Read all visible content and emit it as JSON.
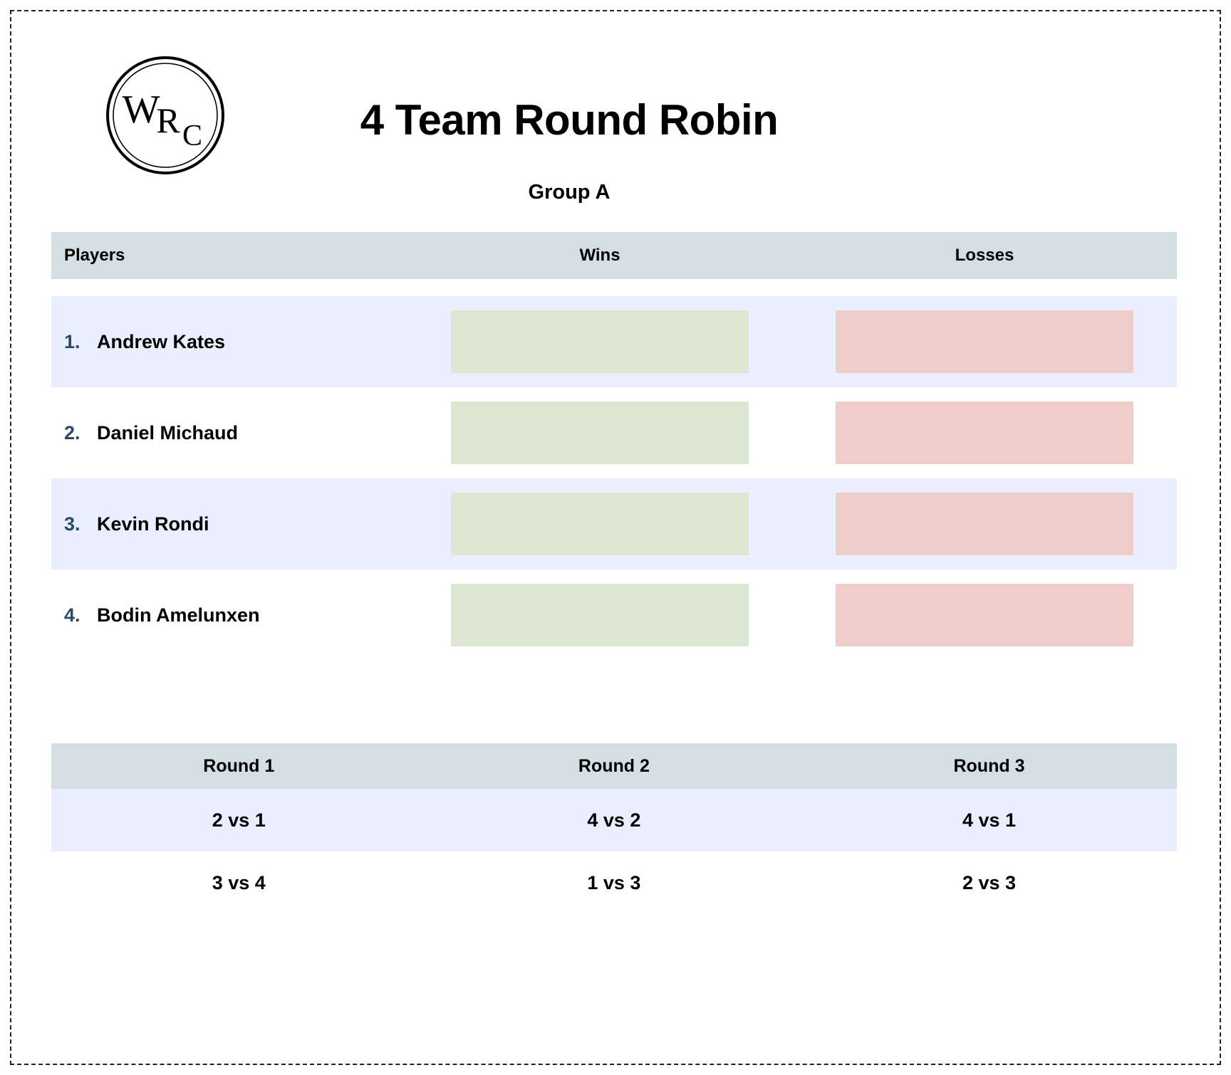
{
  "page": {
    "title": "4 Team Round Robin",
    "subtitle": "Group A",
    "logo_text": "WRC",
    "frame_style": "dashed"
  },
  "colors": {
    "table_header_bg": "#d4dfe3",
    "row_alt_bg": "#e9efff",
    "row_bg": "#ffffff",
    "win_cell": "#dbe6d3",
    "loss_cell": "#efcdcb",
    "rank_text": "#2b4a6b",
    "body_text": "#000000",
    "frame_border": "#222222"
  },
  "standings": {
    "columns": [
      "Players",
      "Wins",
      "Losses"
    ],
    "rows": [
      {
        "rank": "1.",
        "player": "Andrew Kates",
        "wins": "",
        "losses": ""
      },
      {
        "rank": "2.",
        "player": "Daniel Michaud",
        "wins": "",
        "losses": ""
      },
      {
        "rank": "3.",
        "player": "Kevin Rondi",
        "wins": "",
        "losses": ""
      },
      {
        "rank": "4.",
        "player": "Bodin Amelunxen",
        "wins": "",
        "losses": ""
      }
    ]
  },
  "schedule": {
    "columns": [
      "Round 1",
      "Round 2",
      "Round 3"
    ],
    "rows": [
      [
        "2 vs 1",
        "4 vs 2",
        "4 vs 1"
      ],
      [
        "3 vs 4",
        "1 vs 3",
        "2 vs 3"
      ]
    ]
  }
}
